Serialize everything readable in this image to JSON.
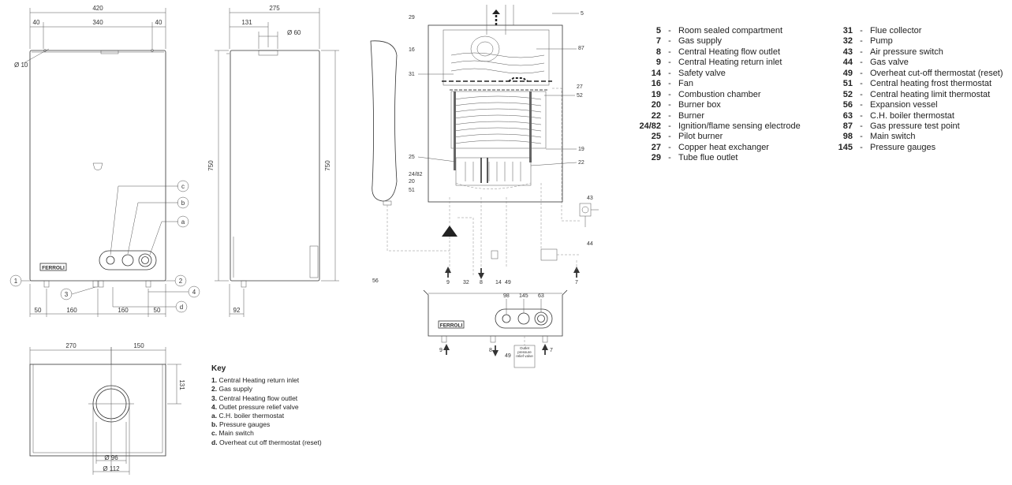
{
  "front_view": {
    "dims_top": [
      "420",
      "40",
      "340",
      "40"
    ],
    "dia10": "Ø 10",
    "height": "750",
    "brand": "FERROLI",
    "callouts": [
      "c",
      "b",
      "a",
      "1",
      "2",
      "3",
      "4",
      "d"
    ],
    "dims_bottom": [
      "50",
      "160",
      "160",
      "50"
    ]
  },
  "side_view": {
    "dims_top": [
      "275",
      "131",
      "Ø 60"
    ],
    "height_left": "750",
    "height_right": "750",
    "dim_bottom": "92"
  },
  "top_view": {
    "dims_top": [
      "270",
      "150"
    ],
    "dim_right": "131",
    "dia96": "Ø 96",
    "dia112": "Ø 112"
  },
  "schematic": {
    "labels_left": [
      "29",
      "16",
      "31",
      "25",
      "24/82",
      "20",
      "51",
      "56"
    ],
    "labels_right": [
      "5",
      "87",
      "27",
      "52",
      "19",
      "22",
      "43",
      "44"
    ],
    "labels_bottom": [
      "9",
      "32",
      "8",
      "14",
      "49",
      "7"
    ],
    "panel_labels": [
      "98",
      "145",
      "63"
    ],
    "brand": "FERROLI",
    "bottom_pipes": [
      "9",
      "8",
      "49",
      "7"
    ],
    "relief_note": "Outlet pressure relief valve"
  },
  "key": {
    "title": "Key",
    "items": [
      {
        "code": "1.",
        "text": "Central Heating return inlet"
      },
      {
        "code": "2.",
        "text": "Gas supply"
      },
      {
        "code": "3.",
        "text": "Central Heating flow outlet"
      },
      {
        "code": "4.",
        "text": "Outlet pressure relief valve"
      },
      {
        "code": "a.",
        "text": "C.H. boiler thermostat"
      },
      {
        "code": "b.",
        "text": "Pressure gauges"
      },
      {
        "code": "c.",
        "text": "Main switch"
      },
      {
        "code": "d.",
        "text": "Overheat cut off thermostat (reset)"
      }
    ]
  },
  "legend_col1": [
    {
      "num": "5",
      "text": "Room sealed compartment"
    },
    {
      "num": "7",
      "text": "Gas supply"
    },
    {
      "num": "8",
      "text": "Central Heating flow outlet"
    },
    {
      "num": "9",
      "text": "Central Heating return inlet"
    },
    {
      "num": "14",
      "text": "Safety valve"
    },
    {
      "num": "16",
      "text": "Fan"
    },
    {
      "num": "19",
      "text": "Combustion chamber"
    },
    {
      "num": "20",
      "text": "Burner box"
    },
    {
      "num": "22",
      "text": "Burner"
    },
    {
      "num": "24/82",
      "text": "Ignition/flame sensing electrode"
    },
    {
      "num": "25",
      "text": "Pilot burner"
    },
    {
      "num": "27",
      "text": "Copper heat exchanger"
    },
    {
      "num": "29",
      "text": "Tube flue outlet"
    }
  ],
  "legend_col2": [
    {
      "num": "31",
      "text": "Flue collector"
    },
    {
      "num": "32",
      "text": "Pump"
    },
    {
      "num": "43",
      "text": "Air pressure switch"
    },
    {
      "num": "44",
      "text": "Gas valve"
    },
    {
      "num": "49",
      "text": "Overheat cut-off thermostat (reset)"
    },
    {
      "num": "51",
      "text": "Central heating frost thermostat"
    },
    {
      "num": "52",
      "text": "Central heating limit thermostat"
    },
    {
      "num": "56",
      "text": "Expansion vessel"
    },
    {
      "num": "63",
      "text": "C.H. boiler thermostat"
    },
    {
      "num": "87",
      "text": "Gas pressure test point"
    },
    {
      "num": "98",
      "text": "Main switch"
    },
    {
      "num": "145",
      "text": "Pressure gauges"
    }
  ],
  "legend_separator": "-"
}
